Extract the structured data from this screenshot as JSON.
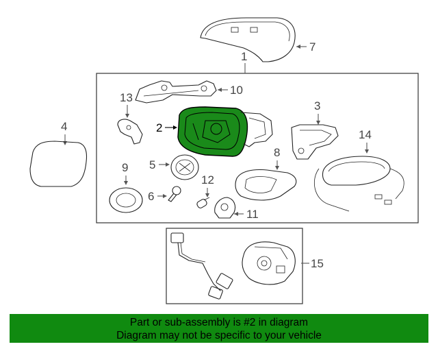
{
  "callouts": {
    "c1": "1",
    "c2": "2",
    "c3": "3",
    "c4": "4",
    "c5": "5",
    "c6": "6",
    "c7": "7",
    "c8": "8",
    "c9": "9",
    "c10": "10",
    "c11": "11",
    "c12": "12",
    "c13": "13",
    "c14": "14",
    "c15": "15"
  },
  "highlight": {
    "part": "2",
    "color": "#1a8a1a"
  },
  "footer": {
    "line1": "Part or sub-assembly is #2 in diagram",
    "line2": "Diagram may not be specific to your vehicle",
    "background": "#108a10"
  }
}
